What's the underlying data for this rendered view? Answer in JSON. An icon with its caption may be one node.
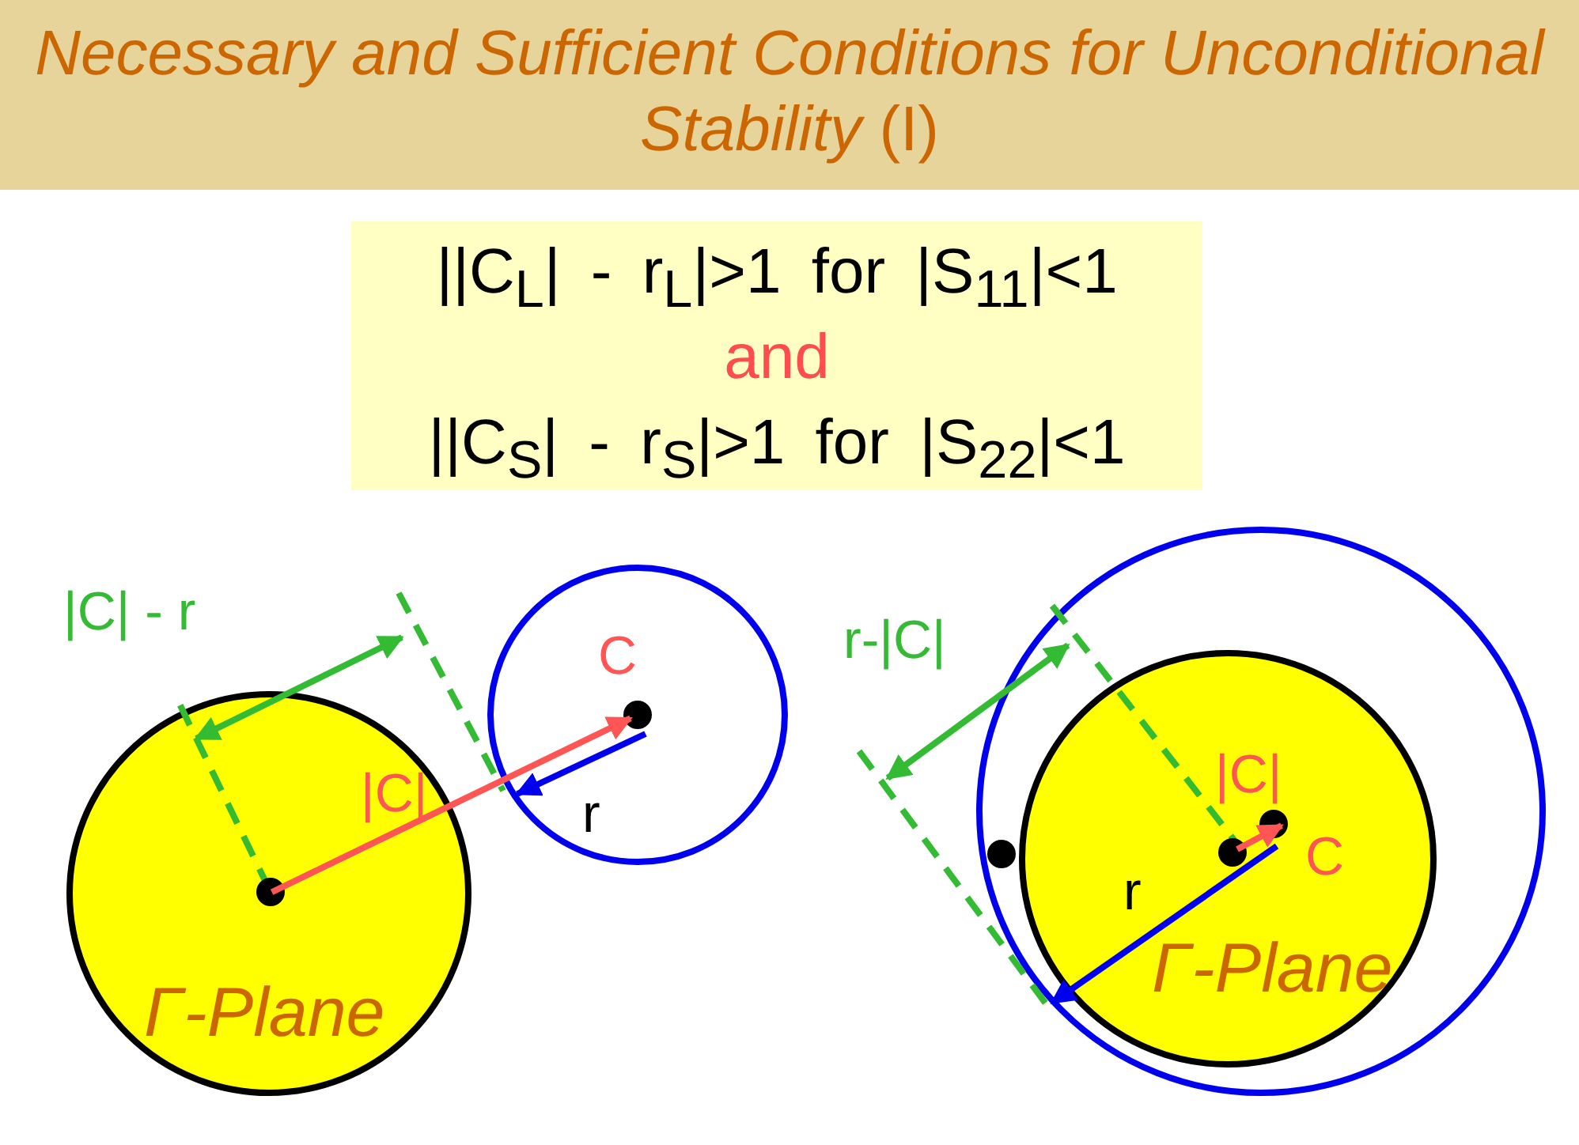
{
  "diagram": {
    "title": "*Necessary and Sufficient Conditions for Unconditional Stability* (I)",
    "nodes": [
      {
        "text": [
          "||C$_{L}$| - r$_{L}$|>1 for |S$_{11}$|<1",
          "and",
          "||C$_{S}$| - r$_{S}$|>1 for |S$_{22}$|<1"
        ]
      },
      {
        "text": [
          "Γ-Plane"
        ]
      },
      {
        "text": [],
        "shape": "circle"
      },
      {
        "text": [],
        "shape": "circle"
      },
      {
        "text": [
          "Γ-Plane"
        ],
        "in": 3
      }
    ],
    "edges": [
      {
        "from": 1,
        "to": 2,
        "arrow": "to"
      }
    ],
    "labels": [
      "|C| - r",
      "C",
      "|C|",
      "r",
      "r-|C|",
      "|C|",
      "C",
      "r"
    ]
  }
}
